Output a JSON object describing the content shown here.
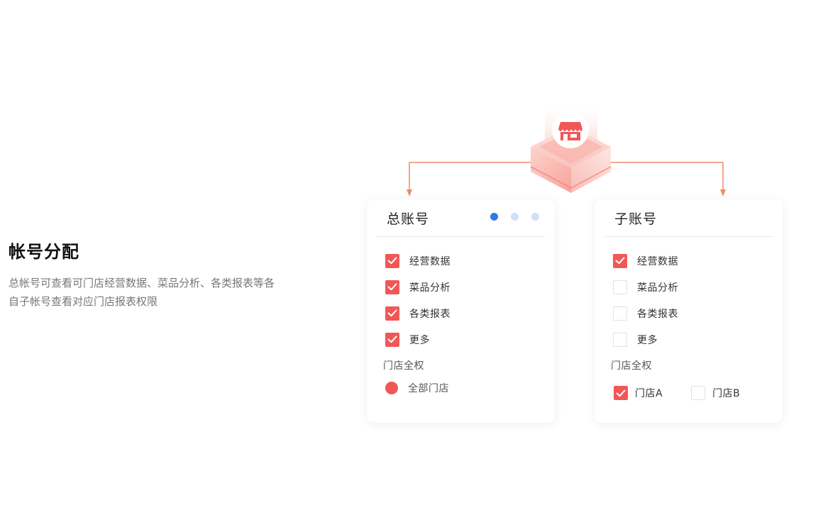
{
  "intro": {
    "title": "帐号分配",
    "description": "总帐号可查看可门店经营数据、菜品分析、各类报表等各自子帐号查看对应门店报表权限"
  },
  "colors": {
    "accent": "#f25757",
    "connector": "#f08a6a",
    "dot_active": "#2f7ae5",
    "dot_inactive": "#cfe0fa"
  },
  "hub": {
    "icon": "store-icon"
  },
  "main_account": {
    "title": "总账号",
    "permissions": [
      {
        "label": "经营数据",
        "checked": true
      },
      {
        "label": "菜品分析",
        "checked": true
      },
      {
        "label": "各类报表",
        "checked": true
      },
      {
        "label": "更多",
        "checked": true
      }
    ],
    "store_section_label": "门店全权",
    "store_option": "全部门店"
  },
  "sub_account": {
    "title": "子账号",
    "permissions": [
      {
        "label": "经营数据",
        "checked": true
      },
      {
        "label": "菜品分析",
        "checked": false
      },
      {
        "label": "各类报表",
        "checked": false
      },
      {
        "label": "更多",
        "checked": false
      }
    ],
    "store_section_label": "门店全权",
    "stores": [
      {
        "label": "门店A",
        "checked": true
      },
      {
        "label": "门店B",
        "checked": false
      }
    ]
  }
}
